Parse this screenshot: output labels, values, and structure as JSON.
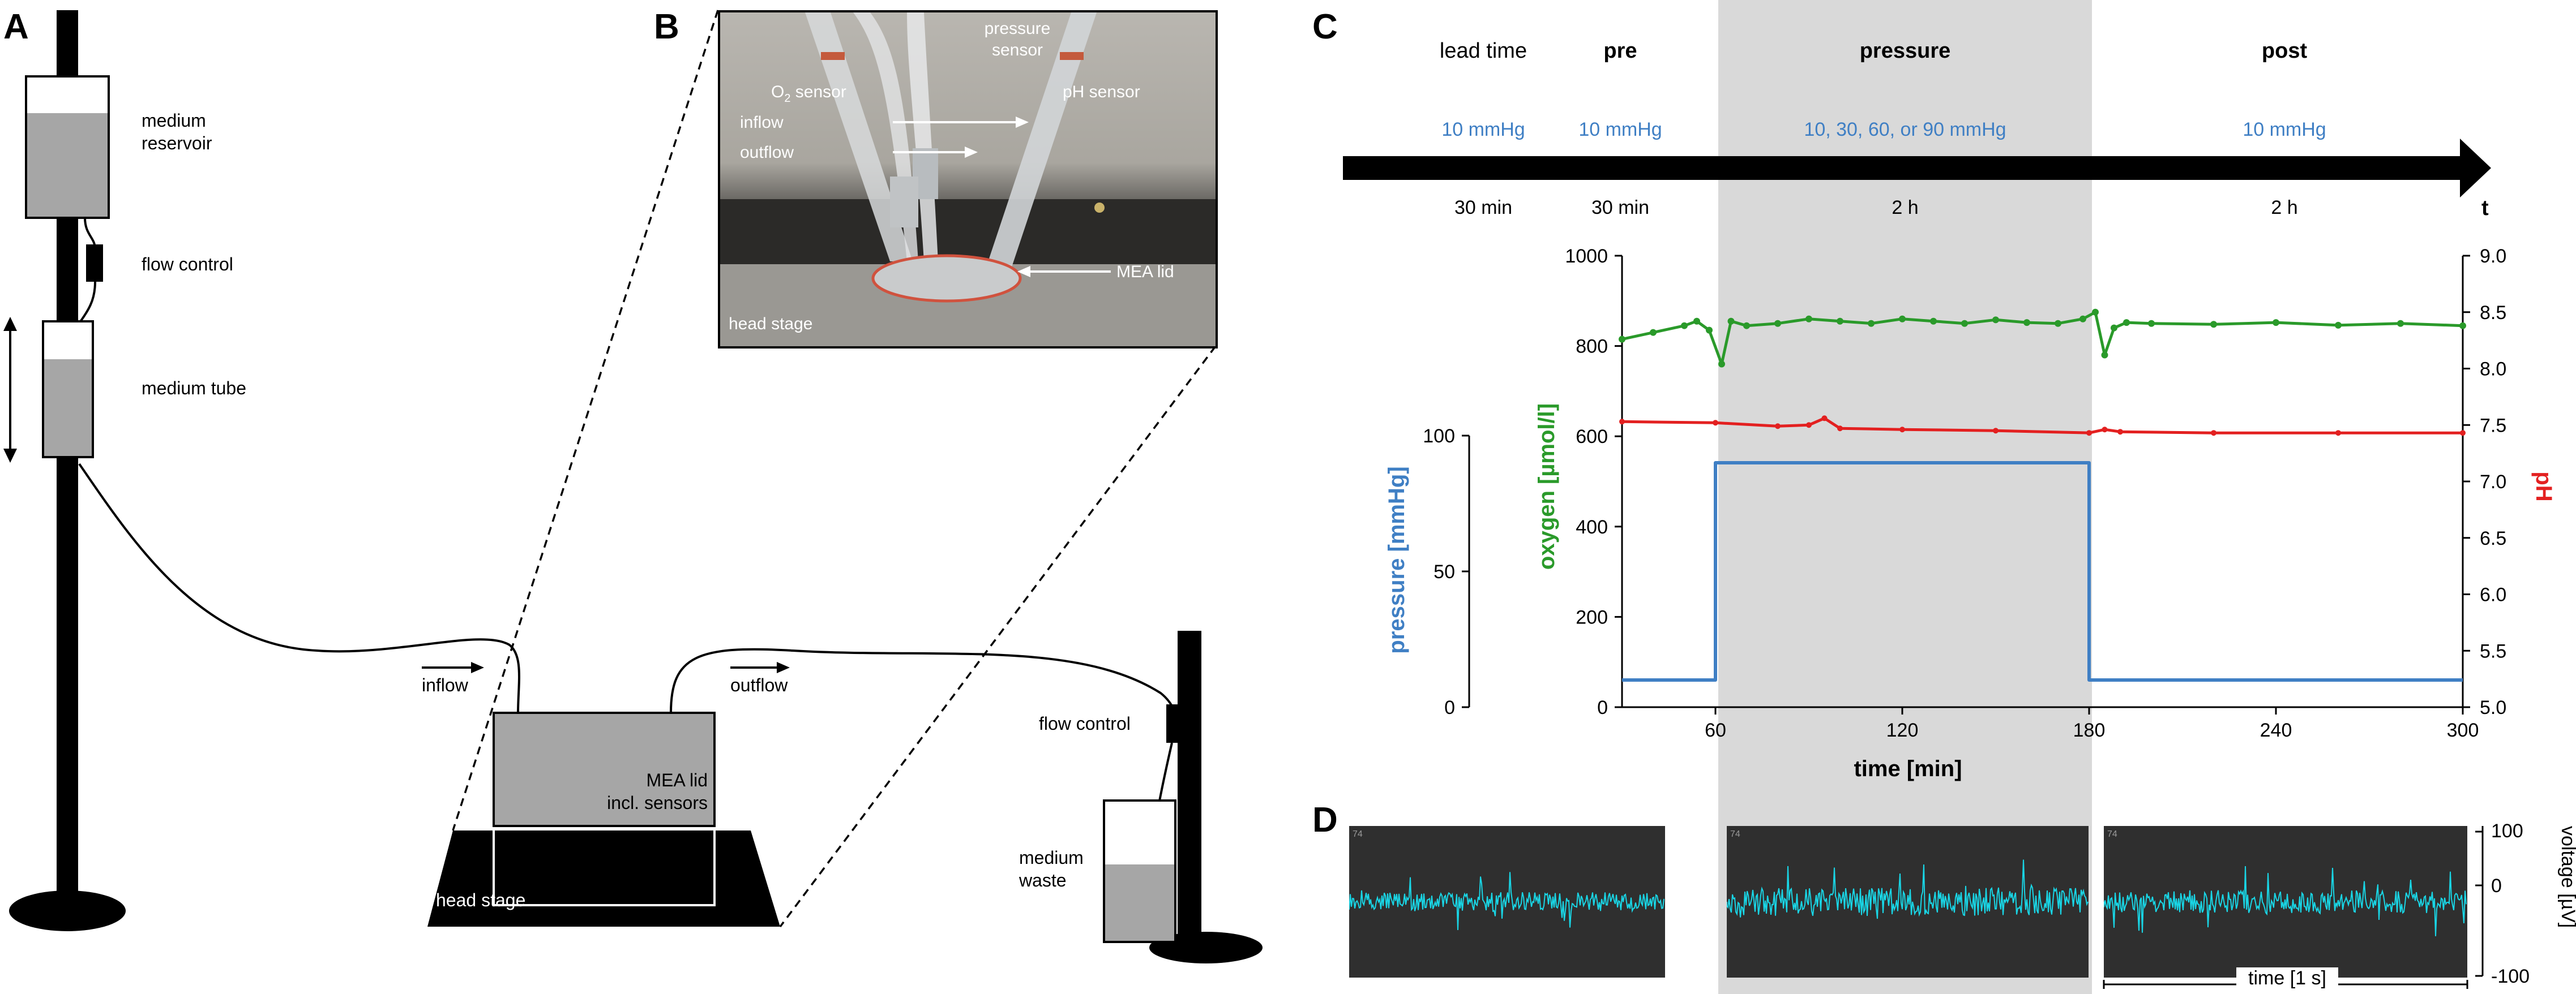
{
  "panels": {
    "a": "A",
    "b": "B",
    "c": "C",
    "d": "D"
  },
  "setup": {
    "reservoir_label_1": "medium",
    "reservoir_label_2": "reservoir",
    "flow_control_top": "flow control",
    "tube_label": "medium tube",
    "inflow": "inflow",
    "outflow": "outflow",
    "lid_label_1": "MEA lid",
    "lid_label_2": "incl. sensors",
    "head_stage": "head stage",
    "flow_control_right": "flow control",
    "waste_label_1": "medium",
    "waste_label_2": "waste"
  },
  "photo": {
    "o2_sensor": "O",
    "o2_sub": "2",
    "o2_sensor_rest": " sensor",
    "pressure_sensor_1": "pressure",
    "pressure_sensor_2": "sensor",
    "ph_sensor": "pH sensor",
    "inflow": "inflow",
    "outflow": "outflow",
    "mea_lid": "MEA lid",
    "head_stage": "head stage"
  },
  "timeline": {
    "phases": [
      {
        "name": "lead time",
        "pressure": "10 mmHg",
        "duration": "30 min"
      },
      {
        "name": "pre",
        "pressure": "10 mmHg",
        "duration": "30 min"
      },
      {
        "name": "pressure",
        "pressure": "10, 30, 60, or 90 mmHg",
        "duration": "2 h"
      },
      {
        "name": "post",
        "pressure": "10 mmHg",
        "duration": "2 h"
      }
    ],
    "axis_symbol": "t"
  },
  "colors": {
    "oxygen": "#2a9a2a",
    "ph": "#e32020",
    "pressure": "#3f7fc4",
    "shading": "#d9d9d9",
    "trace": "#19d6e6"
  },
  "chart_data": {
    "type": "line",
    "xlabel": "time [min]",
    "x_ticks": [
      "60",
      "120",
      "180",
      "240",
      "300"
    ],
    "xlim": [
      30,
      300
    ],
    "shaded_interval": [
      60,
      180
    ],
    "left_axis_oxygen": {
      "label": "oxygen [µmol/l]",
      "ticks": [
        "0",
        "200",
        "400",
        "600",
        "800",
        "1000"
      ],
      "ylim": [
        0,
        1000
      ]
    },
    "left_axis_pressure": {
      "label": "pressure [mmHg]",
      "ticks": [
        "0",
        "50",
        "100"
      ],
      "ylim": [
        0,
        100
      ]
    },
    "right_axis_ph": {
      "label": "pH",
      "ticks": [
        "5.0",
        "5.5",
        "6.0",
        "6.5",
        "7.0",
        "7.5",
        "8.0",
        "8.5",
        "9.0"
      ],
      "ylim": [
        5.0,
        9.0
      ]
    },
    "series": [
      {
        "name": "oxygen",
        "axis": "oxygen",
        "x": [
          30,
          40,
          50,
          54,
          58,
          62,
          65,
          70,
          80,
          90,
          100,
          110,
          120,
          130,
          140,
          150,
          160,
          170,
          178,
          182,
          185,
          188,
          192,
          200,
          220,
          240,
          260,
          280,
          300
        ],
        "y": [
          815,
          830,
          845,
          855,
          835,
          760,
          855,
          845,
          850,
          860,
          855,
          850,
          860,
          855,
          850,
          858,
          852,
          850,
          860,
          875,
          780,
          840,
          852,
          850,
          848,
          852,
          846,
          850,
          845
        ]
      },
      {
        "name": "pH",
        "axis": "ph",
        "x": [
          30,
          60,
          80,
          90,
          95,
          100,
          120,
          150,
          180,
          185,
          190,
          220,
          260,
          300
        ],
        "y": [
          7.53,
          7.52,
          7.49,
          7.5,
          7.56,
          7.47,
          7.46,
          7.45,
          7.43,
          7.46,
          7.44,
          7.43,
          7.43,
          7.43
        ]
      },
      {
        "name": "pressure",
        "axis": "pressure",
        "x": [
          30,
          60,
          60,
          180,
          180,
          300
        ],
        "y": [
          10,
          10,
          90,
          90,
          10,
          10
        ]
      }
    ]
  },
  "voltage": {
    "label": "voltage [µV]",
    "ticks": [
      "100",
      "0",
      "-100"
    ],
    "time_label": "time [1 s]",
    "tag": "74"
  }
}
